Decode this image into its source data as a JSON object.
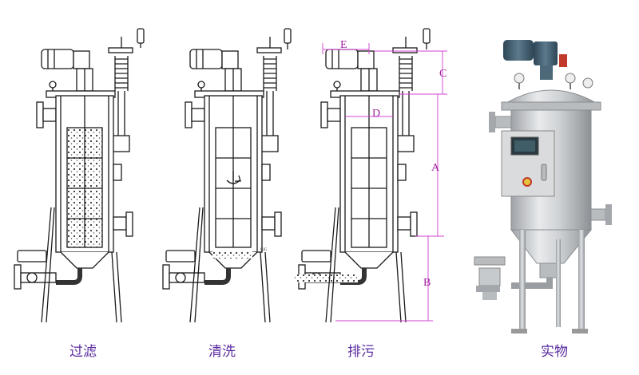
{
  "captions": {
    "filtering": "过滤",
    "cleaning": "清洗",
    "discharge": "排污",
    "actual": "实物"
  },
  "dimension_labels": {
    "a": "A",
    "b": "B",
    "c": "C",
    "d": "D",
    "e": "E"
  },
  "panel_labels": {
    "stamp": "RiG"
  },
  "colors": {
    "line": "#1a1a1a",
    "dimension": "#d040d0",
    "caption": "#5a2ca0",
    "steel": "#c9cbcd",
    "motor": "#3f5a6b",
    "panel_screen": "#2a3a40",
    "valve_red": "#d63a2a"
  }
}
